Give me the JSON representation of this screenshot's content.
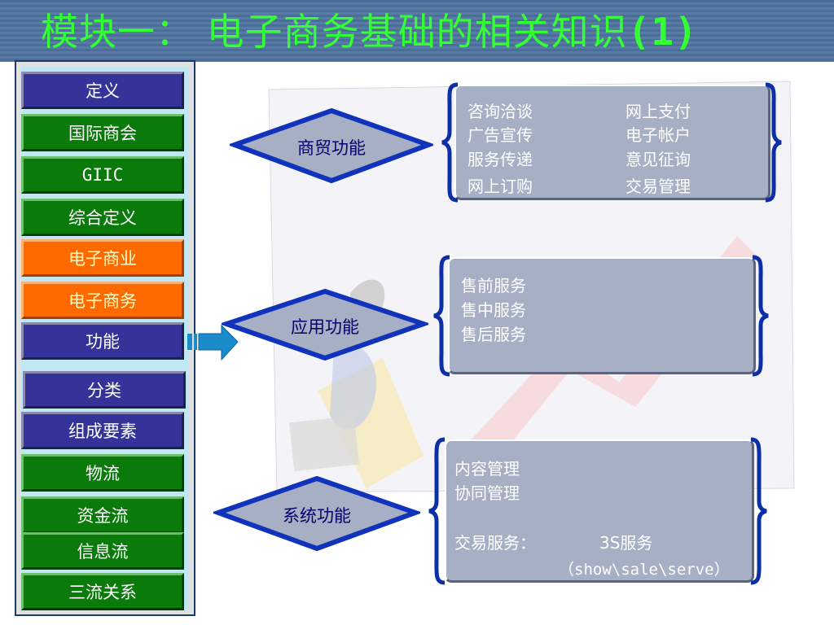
{
  "title": {
    "text": "模块一：  电子商务基础的相关知识",
    "suffix": "(1)"
  },
  "sidebar": {
    "items": [
      {
        "label": "定义",
        "color": "blue"
      },
      {
        "label": "国际商会",
        "color": "green"
      },
      {
        "label": "GIIC",
        "color": "green"
      },
      {
        "label": "综合定义",
        "color": "green"
      },
      {
        "label": "电子商业",
        "color": "orange"
      },
      {
        "label": "电子商务",
        "color": "orange"
      },
      {
        "label": "功能",
        "color": "blue"
      },
      {
        "label": "分类",
        "color": "blue"
      },
      {
        "label": "组成要素",
        "color": "blue"
      },
      {
        "label": "物流",
        "color": "green"
      },
      {
        "label": "资金流",
        "color": "green"
      },
      {
        "label": "信息流",
        "color": "green"
      },
      {
        "label": "三流关系",
        "color": "green"
      }
    ]
  },
  "functions": [
    {
      "label": "商贸功能",
      "lines": [
        "咨询洽谈",
        "广告宣传",
        "服务传递",
        "网上订购"
      ],
      "lines_right": [
        "网上支付",
        "电子帐户",
        "意见征询",
        "交易管理"
      ]
    },
    {
      "label": "应用功能",
      "lines": [
        "售前服务",
        "售中服务",
        "售后服务"
      ]
    },
    {
      "label": "系统功能",
      "lines": [
        "内容管理",
        "协同管理",
        "",
        "交易服务："
      ],
      "extra_right": "3S服务",
      "extra_sub": "（show\\sale\\serve）"
    }
  ],
  "colors": {
    "title_text": "#33ff33",
    "diamond_fill": "#a6afc4",
    "diamond_border": "#1133bb",
    "box_fill": "#a6afc4",
    "brace": "#0c2fa8",
    "arrow": "#1a8ccc"
  }
}
